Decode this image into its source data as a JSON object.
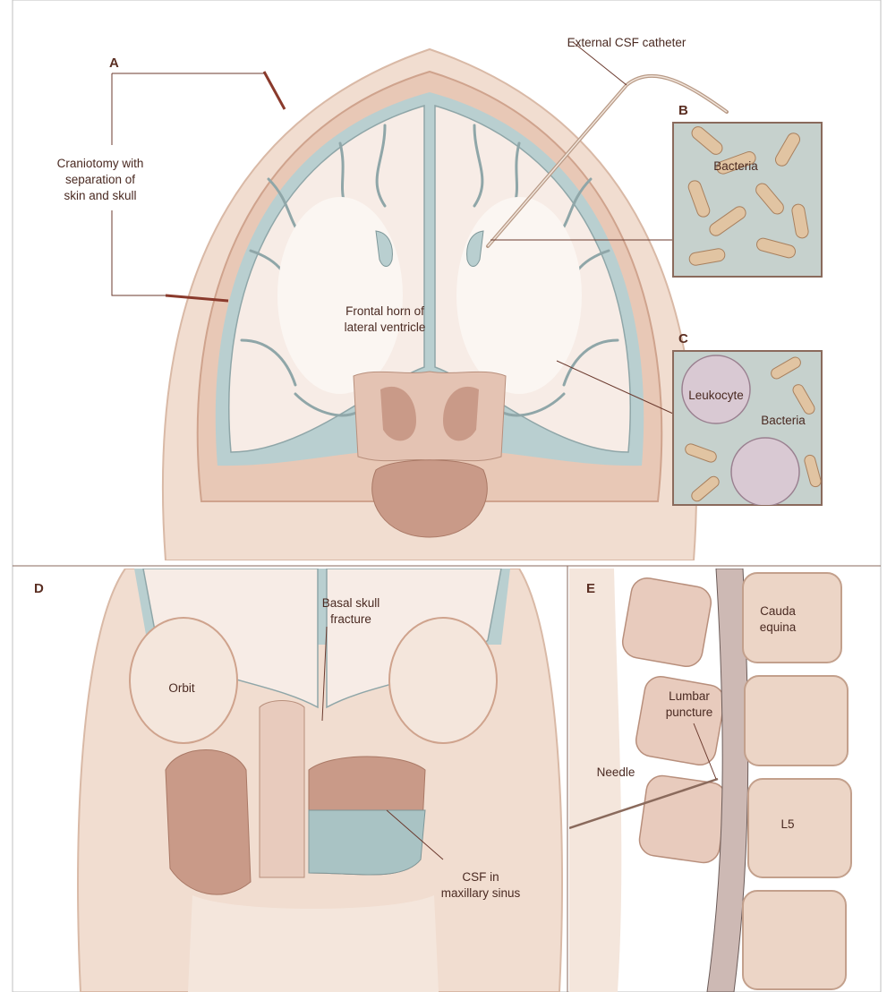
{
  "panels": {
    "A": {
      "letter": "A",
      "label_line1": "Craniotomy with",
      "label_line2": "separation of",
      "label_line3": "skin and skull",
      "catheter_label": "External CSF catheter",
      "ventricle_line1": "Frontal horn of",
      "ventricle_line2": "lateral ventricle"
    },
    "B": {
      "letter": "B",
      "label": "Bacteria"
    },
    "C": {
      "letter": "C",
      "label_leukocyte": "Leukocyte",
      "label_bacteria": "Bacteria"
    },
    "D": {
      "letter": "D",
      "fracture_line1": "Basal skull",
      "fracture_line2": "fracture",
      "orbit_label": "Orbit",
      "csf_line1": "CSF in",
      "csf_line2": "maxillary sinus"
    },
    "E": {
      "letter": "E",
      "cauda_line1": "Cauda",
      "cauda_line2": "equina",
      "lumbar_line1": "Lumbar",
      "lumbar_line2": "puncture",
      "needle_label": "Needle",
      "vertebra_label": "L5"
    }
  },
  "colors": {
    "skin": "#f1ddd0",
    "skull": "#e8c8b6",
    "brain": "#f7ece6",
    "csf": "#b9cfd0",
    "sinus": "#c99a88",
    "leader": "#6b3a2e"
  }
}
